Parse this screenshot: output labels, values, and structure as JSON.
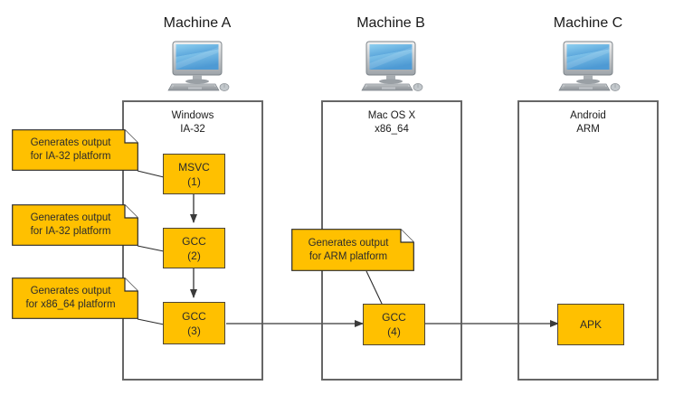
{
  "diagram": {
    "title_not_shown": "",
    "colors": {
      "node_fill": "#FFC000",
      "node_stroke": "#4d4437",
      "container_stroke": "#666666",
      "edge_stroke": "#595959",
      "background": "#ffffff",
      "text": "#1a1a1a"
    },
    "machines": [
      {
        "id": "machine-a",
        "title": "Machine A",
        "os_label": "Windows\nIA-32",
        "icon": "desktop-computer-icon"
      },
      {
        "id": "machine-b",
        "title": "Machine B",
        "os_label": "Mac OS X\nx86_64",
        "icon": "desktop-computer-icon"
      },
      {
        "id": "machine-c",
        "title": "Machine C",
        "os_label": "Android\nARM",
        "icon": "desktop-computer-icon"
      }
    ],
    "nodes": [
      {
        "id": "msvc-1",
        "label": "MSVC\n(1)",
        "machine": "machine-a"
      },
      {
        "id": "gcc-2",
        "label": "GCC\n(2)",
        "machine": "machine-a"
      },
      {
        "id": "gcc-3",
        "label": "GCC\n(3)",
        "machine": "machine-a"
      },
      {
        "id": "gcc-4",
        "label": "GCC\n(4)",
        "machine": "machine-b"
      },
      {
        "id": "apk",
        "label": "APK",
        "machine": "machine-c"
      }
    ],
    "notes": [
      {
        "id": "note-msvc-1",
        "text": "Generates output\nfor IA-32 platform",
        "attached_to": "msvc-1"
      },
      {
        "id": "note-gcc-2",
        "text": "Generates output\nfor IA-32 platform",
        "attached_to": "gcc-2"
      },
      {
        "id": "note-gcc-3",
        "text": "Generates output\nfor x86_64 platform",
        "attached_to": "gcc-3"
      },
      {
        "id": "note-gcc-4",
        "text": "Generates output\nfor ARM platform",
        "attached_to": "gcc-4"
      }
    ],
    "edges": [
      {
        "from": "msvc-1",
        "to": "gcc-2",
        "arrow": true
      },
      {
        "from": "gcc-2",
        "to": "gcc-3",
        "arrow": true
      },
      {
        "from": "gcc-3",
        "to": "gcc-4",
        "arrow": true
      },
      {
        "from": "gcc-4",
        "to": "apk",
        "arrow": true
      }
    ]
  }
}
